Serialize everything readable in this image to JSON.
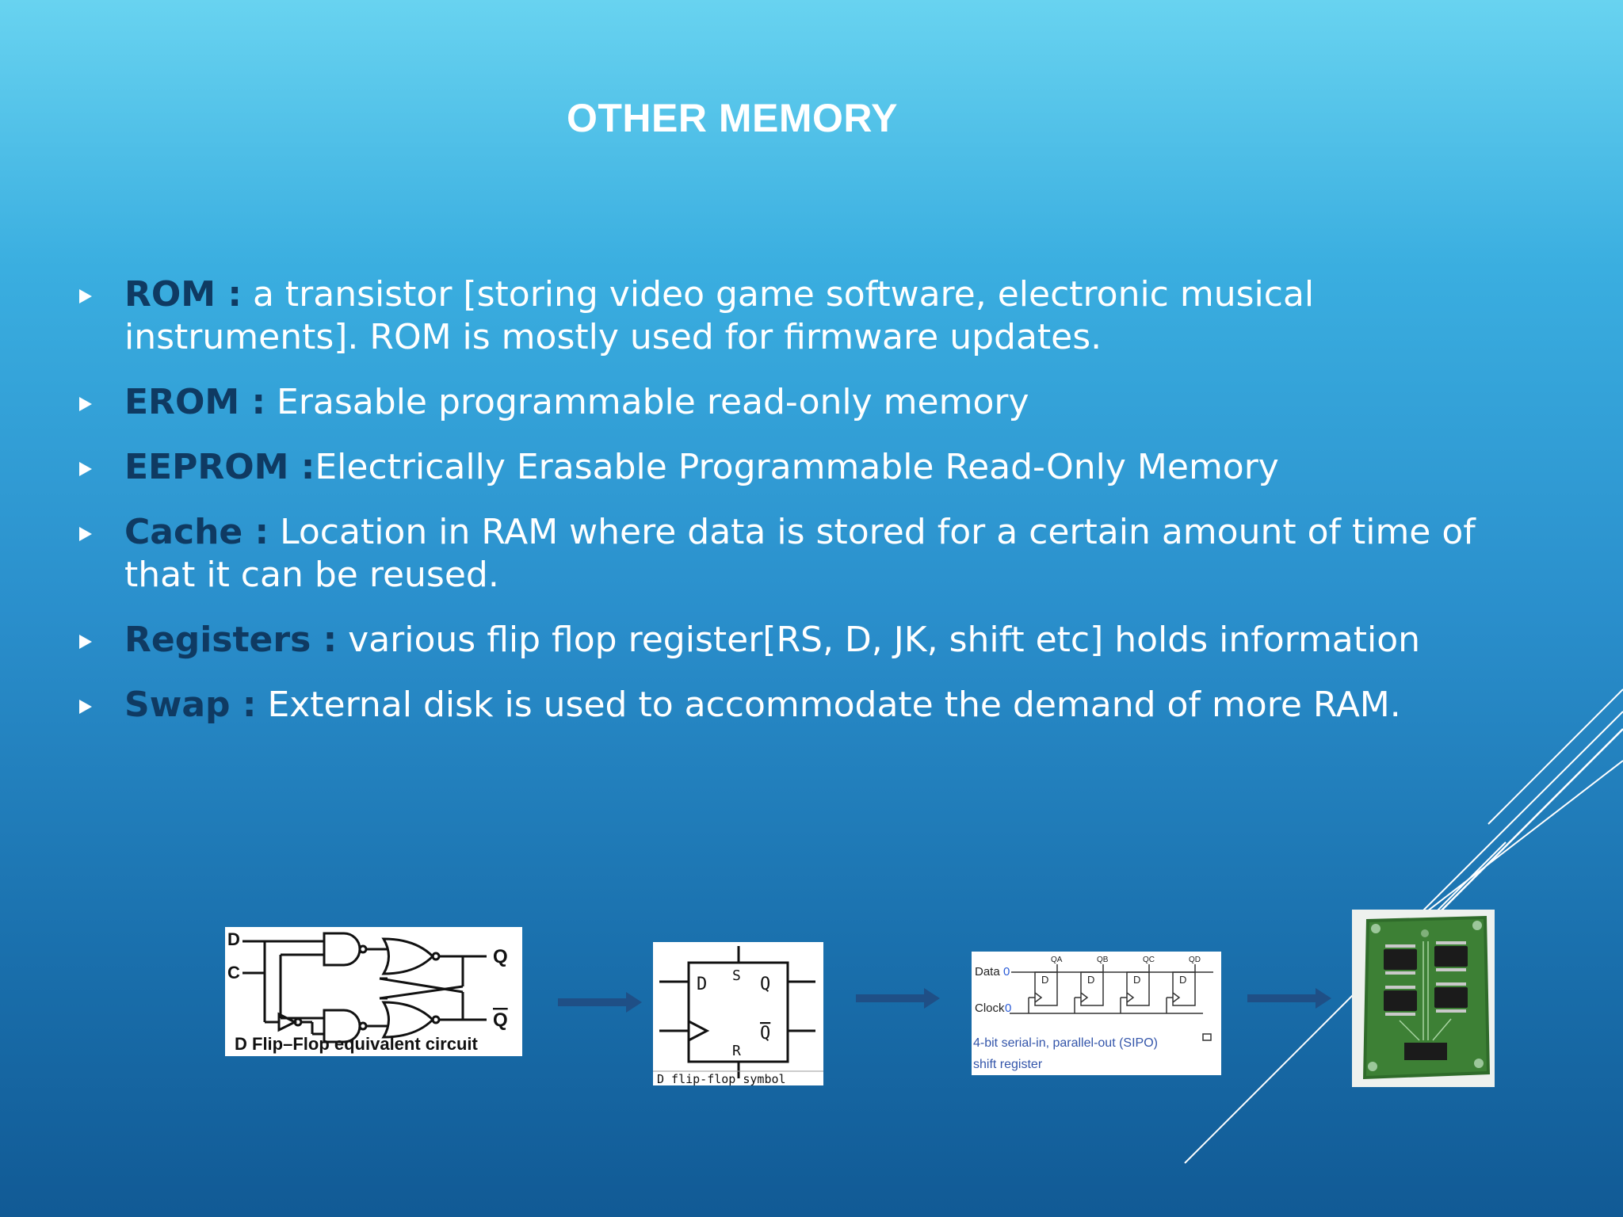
{
  "slide": {
    "title": "OTHER MEMORY",
    "bullets": [
      {
        "term": "ROM :",
        "text": " a transistor [storing video game software, electronic musical instruments]. ROM is mostly used for firmware updates."
      },
      {
        "term": "EROM :",
        "text": " Erasable programmable read-only memory"
      },
      {
        "term": "EEPROM :",
        "text": "Electrically Erasable Programmable Read-Only Memory"
      },
      {
        "term": "Cache :",
        "text": " Location in RAM where data is stored for a certain amount of time of that it can be reused."
      },
      {
        "term": "Registers :",
        "text": " various flip flop register[RS, D, JK, shift etc] holds information"
      },
      {
        "term": "Swap :",
        "text": " External disk is used to accommodate the demand of more RAM."
      }
    ],
    "figures": {
      "circuit": {
        "caption": "D Flip–Flop equivalent circuit",
        "input_d": "D",
        "input_c": "C",
        "output_q": "Q",
        "output_qbar": "Q"
      },
      "symbol": {
        "caption": "D flip-flop symbol",
        "pin_d": "D",
        "pin_s": "S",
        "pin_q": "Q",
        "pin_r": "R",
        "pin_qbar": "Q"
      },
      "shift_register": {
        "caption_line1": "4-bit serial-in, parallel-out (SIPO)",
        "caption_line2": "shift register",
        "data_label": "Data",
        "clock_label": "Clock",
        "zero": "0",
        "cell_label": "D",
        "outputs": [
          "QA",
          "QB",
          "QC",
          "QD"
        ]
      },
      "board": {
        "icon": "circuit-board-photo"
      }
    },
    "colors": {
      "term": "#0f3a62",
      "text": "#ffffff",
      "arrow": "#1f4f86"
    }
  }
}
